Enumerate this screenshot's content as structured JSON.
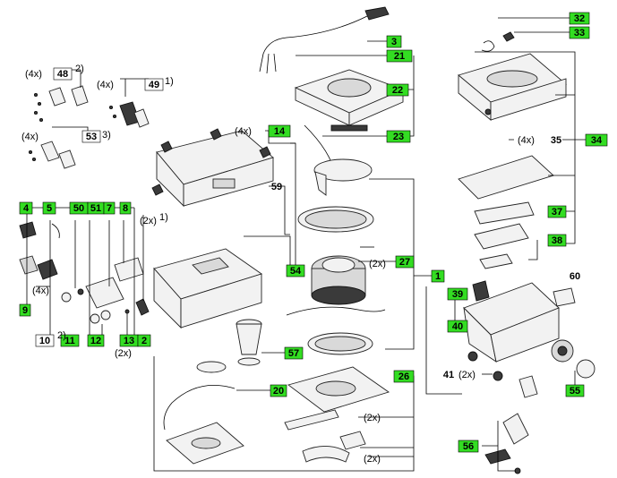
{
  "colors": {
    "green": "#33dd22",
    "ink": "#000000",
    "part": "#f2f2f2",
    "part_dark": "#3a3a3a"
  },
  "green_labels": [
    "3",
    "21",
    "22",
    "23",
    "14",
    "54",
    "27",
    "1",
    "57",
    "20",
    "26",
    "4",
    "5",
    "50",
    "51",
    "7",
    "8",
    "9",
    "11",
    "12",
    "13",
    "2",
    "32",
    "33",
    "34",
    "37",
    "38",
    "39",
    "40",
    "55",
    "56"
  ],
  "white_labels": [
    "48",
    "49",
    "53",
    "10"
  ],
  "plain_labels": [
    "59",
    "35",
    "41",
    "60"
  ],
  "qty": {
    "x4": "(4x)",
    "x2": "(2x)"
  },
  "small_marks": {
    "a": "2)",
    "b": "1)",
    "c": "3)"
  }
}
